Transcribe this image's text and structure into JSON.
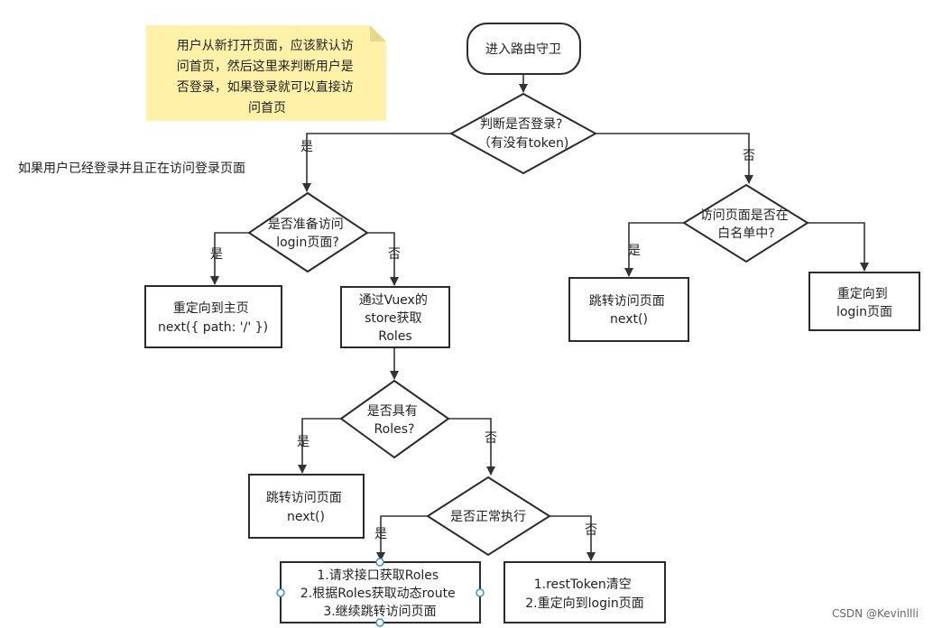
{
  "note": {
    "lines": [
      "用户从新打开页面，应该默认访",
      "问首页，然后这里来判断用户是",
      "否登录，如果登录就可以直接访",
      "问首页"
    ],
    "color": "#fff2a8"
  },
  "nodes": {
    "start": [
      "进入路由守卫"
    ],
    "is_logged_in": [
      "判断是否登录?",
      "（有没有token)"
    ],
    "in_whitelist": [
      "访问页面是否在",
      "白名单中?"
    ],
    "jump_page_right": [
      "跳转访问页面",
      "next()"
    ],
    "redirect_login_right": [
      "重定向到",
      "login页面"
    ],
    "going_login": [
      "是否准备访问",
      "login页面?"
    ],
    "redirect_home": [
      "重定向到主页",
      "next({ path: '/' })"
    ],
    "get_roles": [
      "通过Vuex的",
      "store获取",
      "Roles"
    ],
    "has_roles": [
      "是否具有",
      "Roles?"
    ],
    "jump_page_mid": [
      "跳转访问页面",
      "next()"
    ],
    "normal_exec": [
      "是否正常执行"
    ],
    "request_roles": [
      "1.请求接口获取Roles",
      "2.根据Roles获取动态route",
      "3.继续跳转访问页面"
    ],
    "reset_token": [
      "1.restToken清空",
      "2.重定向到login页面"
    ]
  },
  "edge_labels": {
    "login_yes": "是",
    "login_no": "否",
    "going_login_yes": "是",
    "going_login_no": "否",
    "whitelist_yes": "是",
    "has_roles_yes": "是",
    "has_roles_no": "否",
    "normal_yes": "是",
    "normal_no": "否"
  },
  "annotation": "如果用户已经登录并且正在访问登录页面",
  "watermark": "CSDN @Kevinllli"
}
